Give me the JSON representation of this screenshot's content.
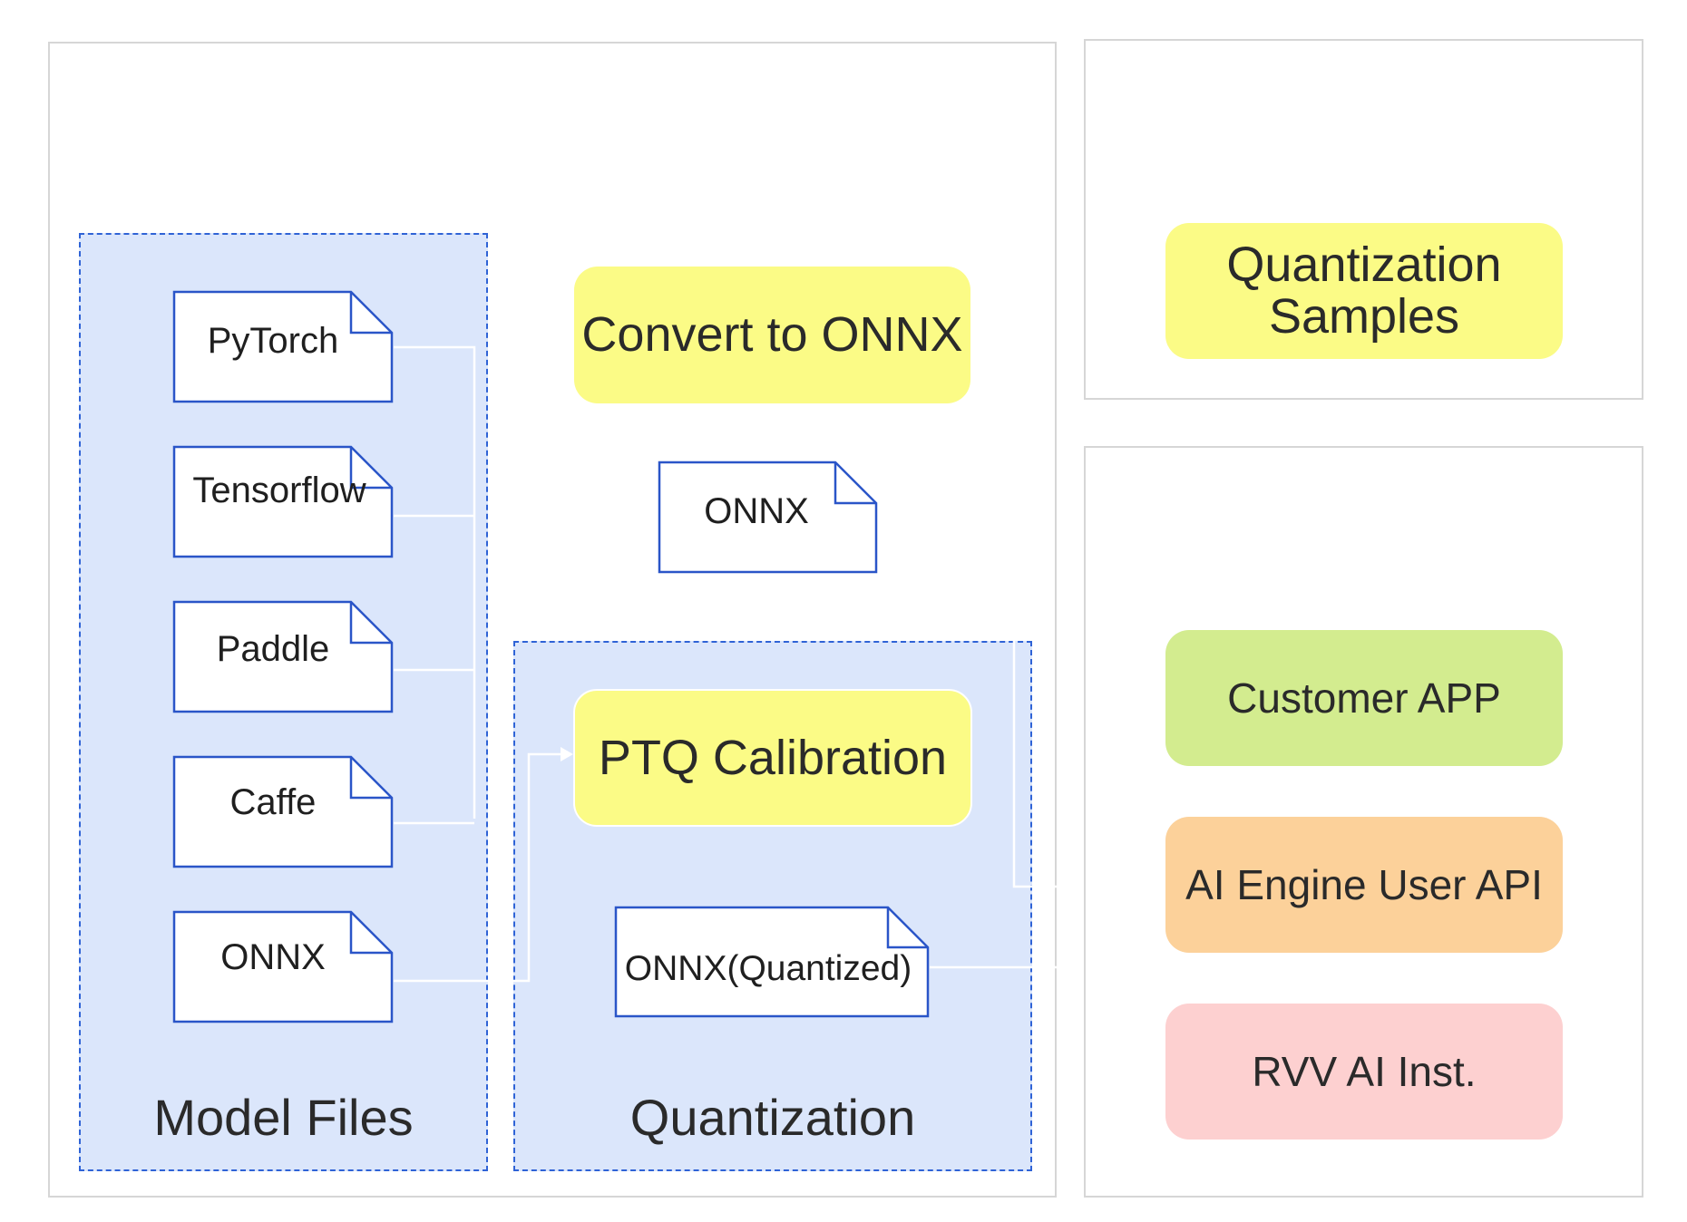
{
  "groups": {
    "model_files": "Model Files",
    "quantization": "Quantization"
  },
  "model_files": [
    "PyTorch",
    "Tensorflow",
    "Paddle",
    "Caffe",
    "ONNX"
  ],
  "convert": {
    "step": "Convert to ONNX",
    "output_file": "ONNX"
  },
  "quantization": {
    "step": "PTQ Calibration",
    "output_file": "ONNX(Quantized)"
  },
  "samples": {
    "line1": "Quantization",
    "line2": "Samples"
  },
  "stack": {
    "app": "Customer APP",
    "api": "AI Engine User API",
    "inst": "RVV AI Inst."
  },
  "colors": {
    "yellow": "#fbfb86",
    "green": "#d3ec8f",
    "orange": "#fcd19a",
    "pink": "#fdd0d0",
    "group_fill": "#dbe6fb",
    "group_border": "#2f63d6",
    "file_border": "#2a55c8"
  }
}
